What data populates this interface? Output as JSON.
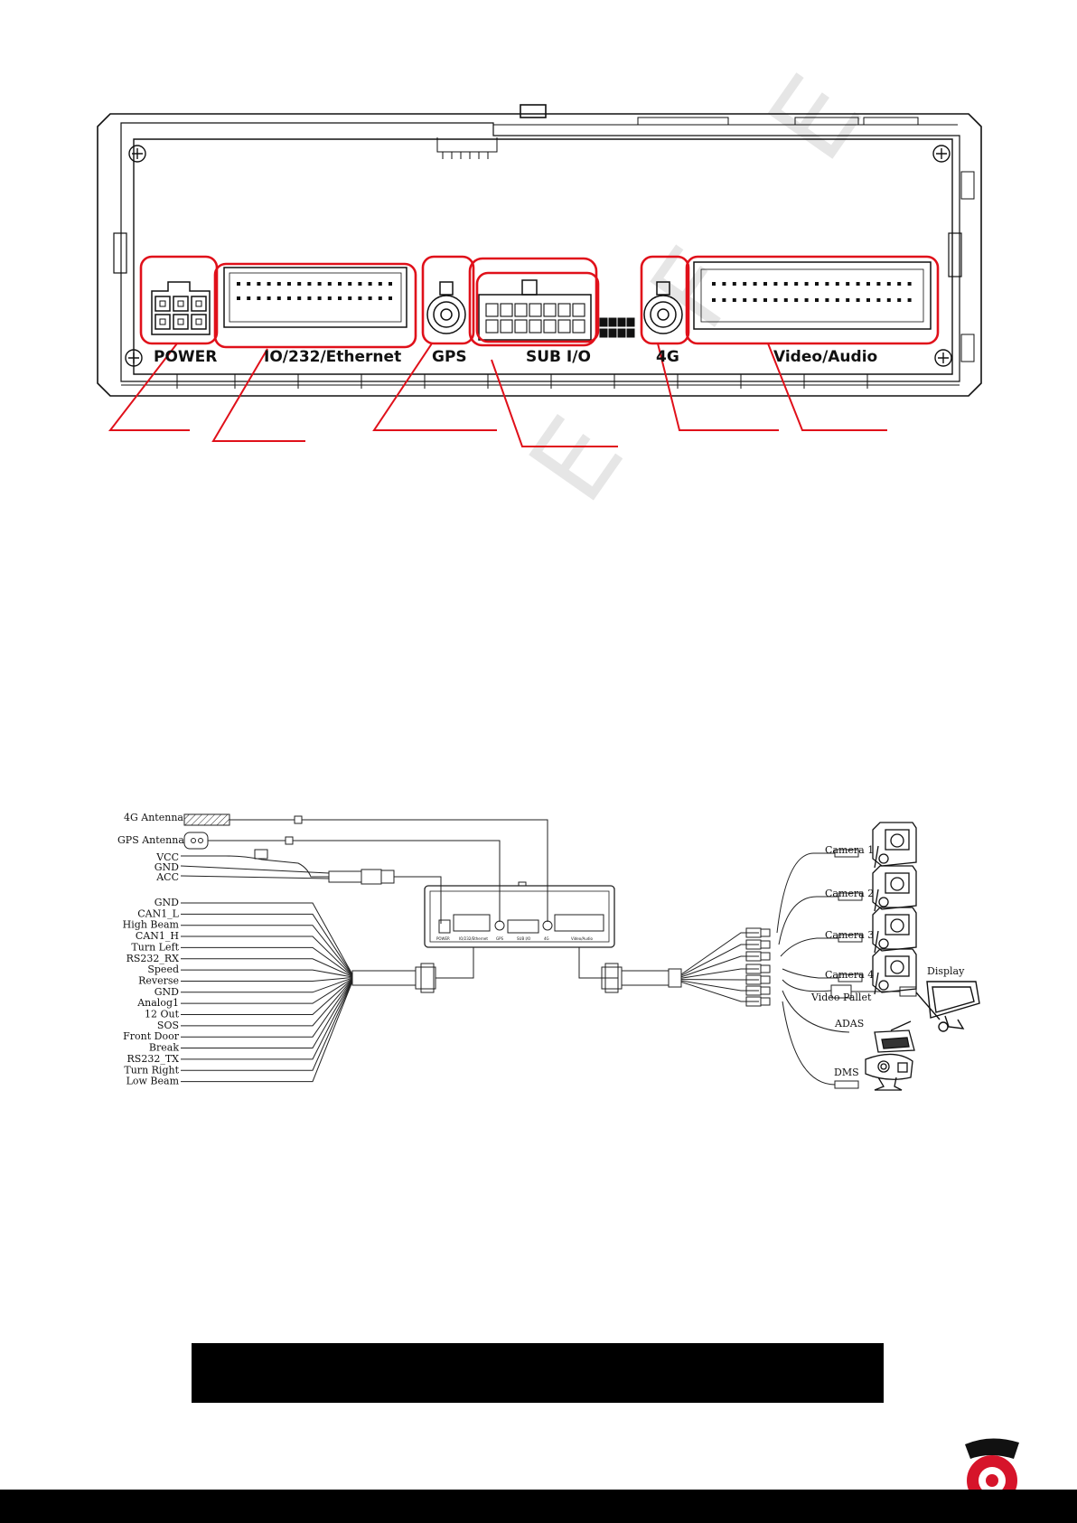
{
  "watermark": {
    "text": "E F E N D"
  },
  "panel": {
    "port_labels": {
      "power": "POWER",
      "io": "IO/232/Ethernet",
      "gps": "GPS",
      "sub_io": "SUB I/O",
      "lte": "4G",
      "video": "Video/Audio"
    },
    "highlight_color": "#e0101a"
  },
  "wiring": {
    "antennas": {
      "lte": "4G Antenna",
      "gps": "GPS Antenna"
    },
    "power_wires": [
      "VCC",
      "GND",
      "ACC"
    ],
    "io_wires": [
      "GND",
      "CAN1_L",
      "High Beam",
      "CAN1_H",
      "Turn Left",
      "RS232_RX",
      "Speed",
      "Reverse",
      "GND",
      "Analog1",
      "12 Out",
      "SOS",
      "Front Door",
      "Break",
      "RS232_TX",
      "Turn Right",
      "Low Beam"
    ],
    "cameras": [
      "Camera 1",
      "Camera 2",
      "Camera 3",
      "Camera 4"
    ],
    "peripherals": {
      "display": "Display",
      "video_pallet": "Video Pallet",
      "adas": "ADAS",
      "dms": "DMS"
    },
    "mini_panel_labels": [
      "POWER",
      "IO/232/Ethernet",
      "GPS",
      "SUB I/O",
      "4G",
      "Video/Audio"
    ]
  },
  "logo": {
    "name": "brand-logo",
    "color": "#d6142a"
  }
}
